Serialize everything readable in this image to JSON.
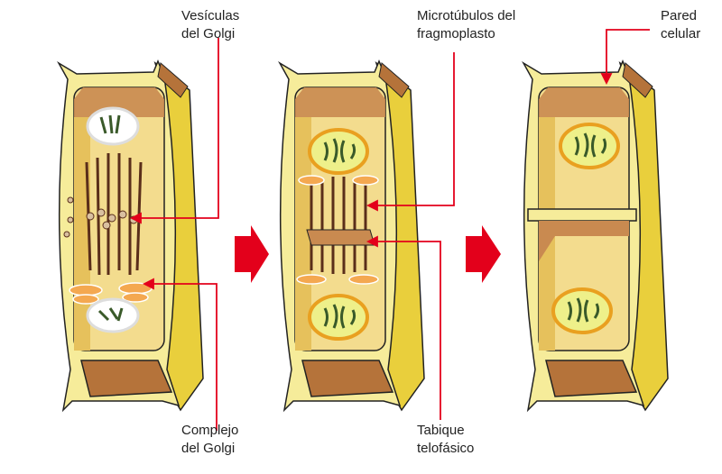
{
  "labels": {
    "golgi_vesicles": [
      "Vesículas",
      "del Golgi"
    ],
    "golgi_complex": [
      "Complejo",
      "del Golgi"
    ],
    "phragmoplast_microtubules": [
      "Microtúbulos del",
      "fragmoplasto"
    ],
    "telophase_septum": [
      "Tabique",
      "telofásico"
    ],
    "cell_wall": [
      "Pared",
      "celular"
    ]
  },
  "colors": {
    "wall": "#f6ec9a",
    "wall_side": "#e9cf3c",
    "cytoplasm": "#f3dc8e",
    "brown": "#b5733a",
    "pointer": "#e3001b"
  }
}
